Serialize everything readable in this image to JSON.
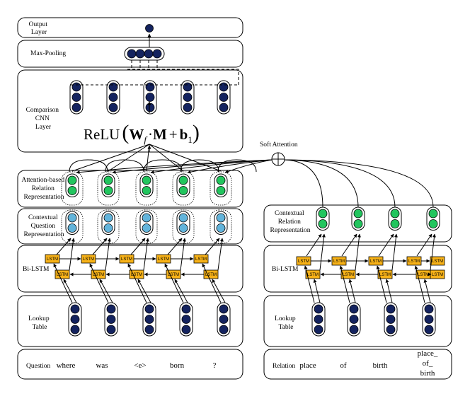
{
  "left": {
    "output_layer": "Output\nLayer",
    "max_pooling": "Max-Pooling",
    "comparison_cnn": "Comparison\nCNN\nLayer",
    "attention_repr": "Attention-based\nRelation\nRepresentation",
    "contextual_question": "Contextual\nQuestion\nRepresentation",
    "bilstm": "Bi-LSTM",
    "lookup": "Lookup\nTable",
    "question_label": "Question",
    "words": [
      "where",
      "was",
      "<e>",
      "born",
      "?"
    ]
  },
  "right": {
    "contextual_relation": "Contextual\nRelation\nRepresentation",
    "bilstm": "Bi-LSTM",
    "lookup": "Lookup\nTable",
    "relation_label": "Relation",
    "words": [
      "place",
      "of",
      "birth",
      "place_\nof_\nbirth"
    ]
  },
  "soft_attention": "Soft Attention",
  "formula": {
    "relu": "ReLU",
    "w": "W",
    "w_sub": "f",
    "dot": "·",
    "m": "M",
    "plus": "+",
    "b": "b",
    "b_sub": "1"
  },
  "lstm_label": "LSTM",
  "colors": {
    "navy": "#14235f",
    "green": "#22c55e",
    "light_blue": "#62b4db",
    "lstm_orange": "#f7b218"
  }
}
